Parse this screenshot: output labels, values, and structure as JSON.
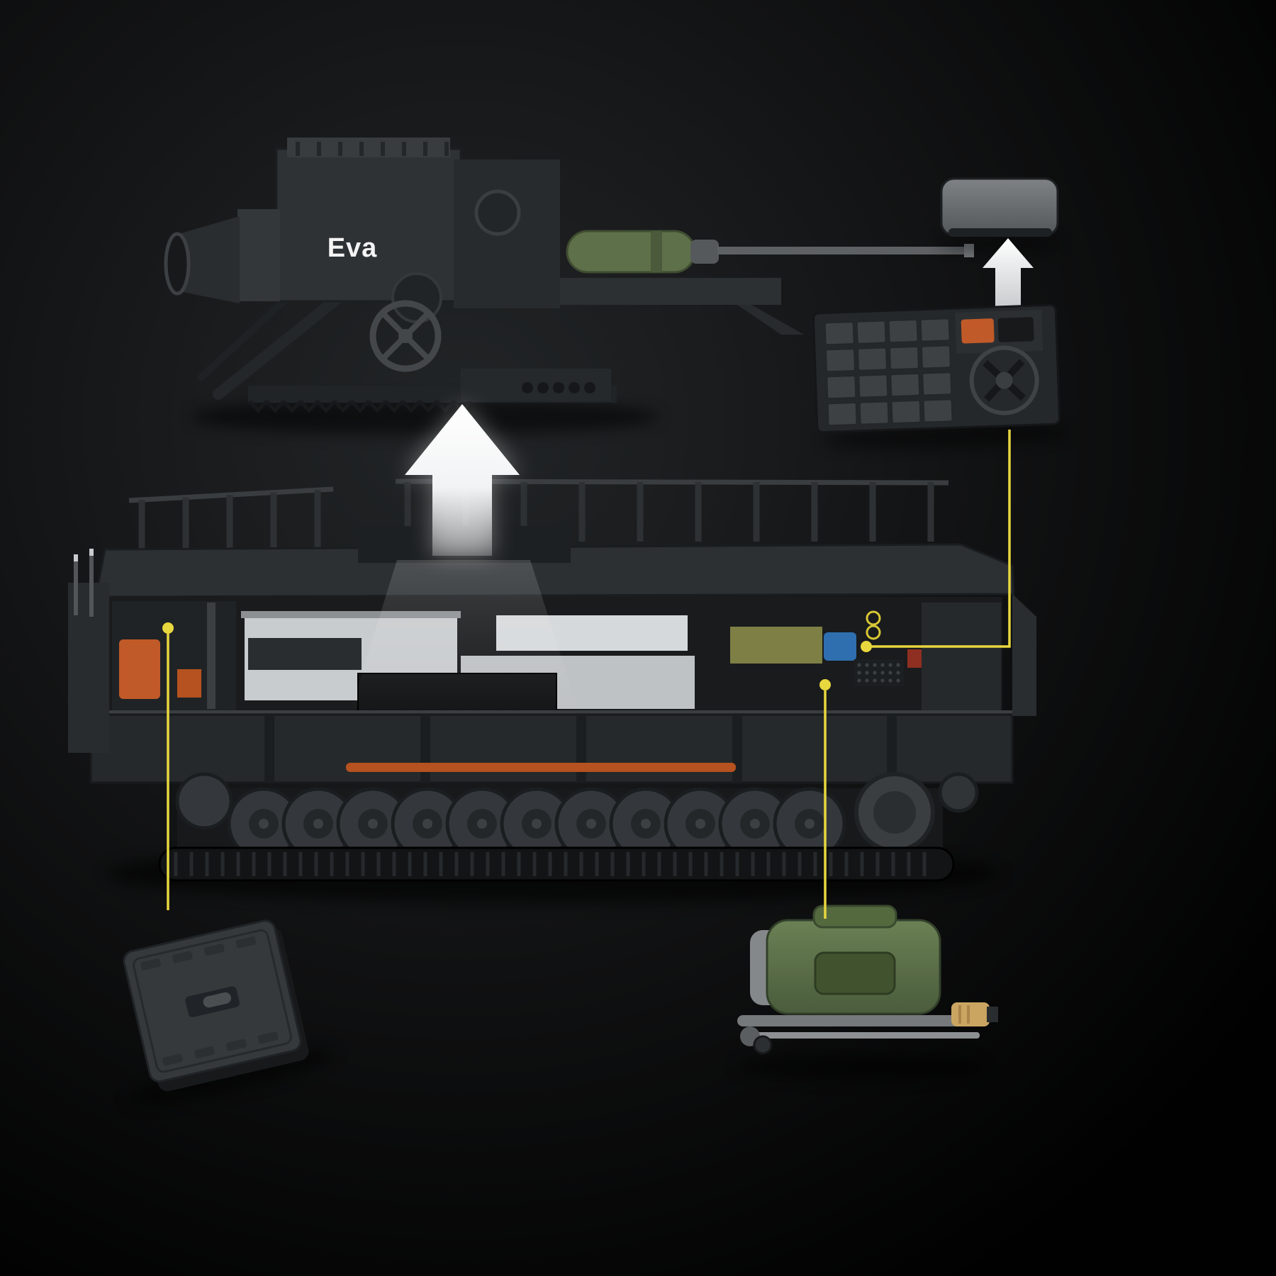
{
  "mortar": {
    "label": "Eva"
  },
  "colors": {
    "background": "#0b0c0d",
    "callout_yellow": "#e8d73e",
    "arrow_white": "#ffffff",
    "brick_dark": "#26292b",
    "brick_mid": "#33373a",
    "brick_light": "#4b5053",
    "shell_green": "#5e7049",
    "engine_green": "#5d7249",
    "accent_orange": "#c05a28",
    "nozzle_tan": "#caa562"
  },
  "icons": {
    "assembly_arrow": "arrow-up",
    "hatch_arrow": "arrow-up",
    "callout_marker": "dot"
  }
}
